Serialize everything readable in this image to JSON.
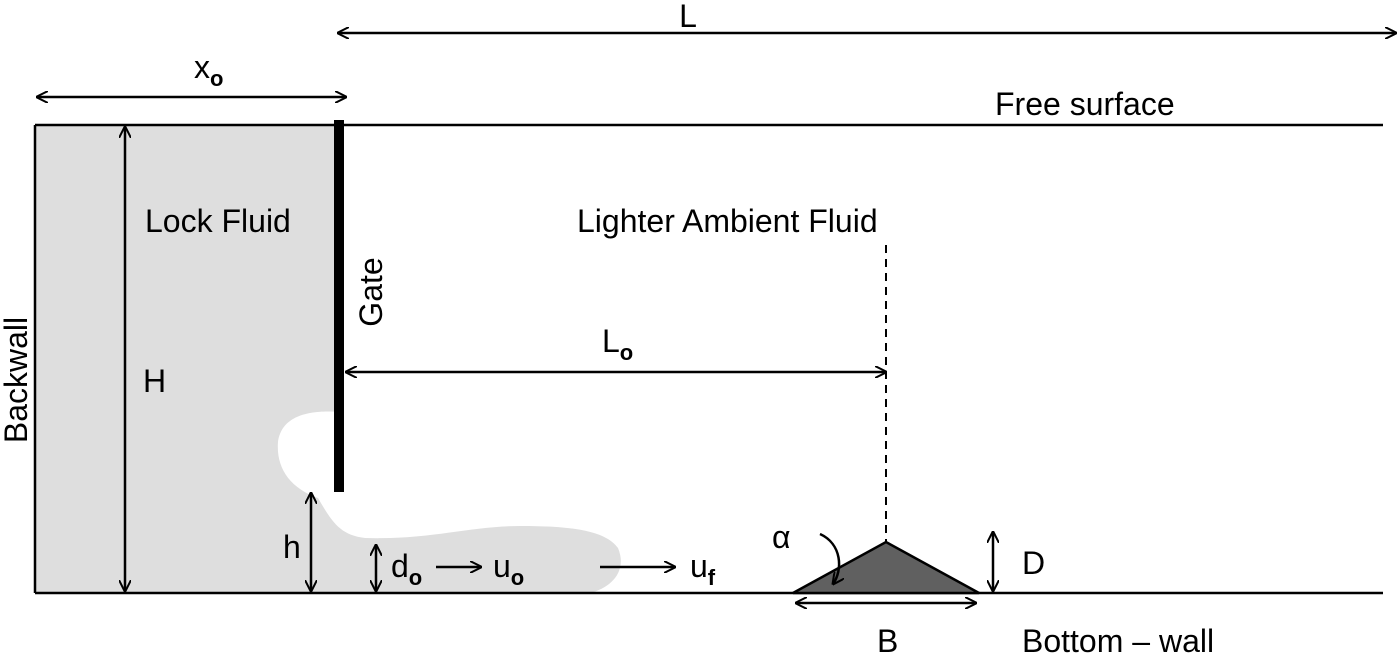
{
  "labels": {
    "L": "L",
    "xo_main": "x",
    "xo_sub": "o",
    "free_surface": "Free surface",
    "lock_fluid": "Lock Fluid",
    "ambient_fluid": "Lighter Ambient Fluid",
    "gate": "Gate",
    "backwall": "Backwall",
    "H": "H",
    "Lo_main": "L",
    "Lo_sub": "o",
    "h": "h",
    "do_main": "d",
    "do_sub": "o",
    "uo_main": "u",
    "uo_sub": "o",
    "uf_main": "u",
    "uf_sub": "f",
    "alpha": "α",
    "D": "D",
    "B": "B",
    "bottom_wall": "Bottom – wall"
  },
  "colors": {
    "lock_fluid": "#dedede",
    "obstacle": "#606060",
    "line": "#000000"
  }
}
